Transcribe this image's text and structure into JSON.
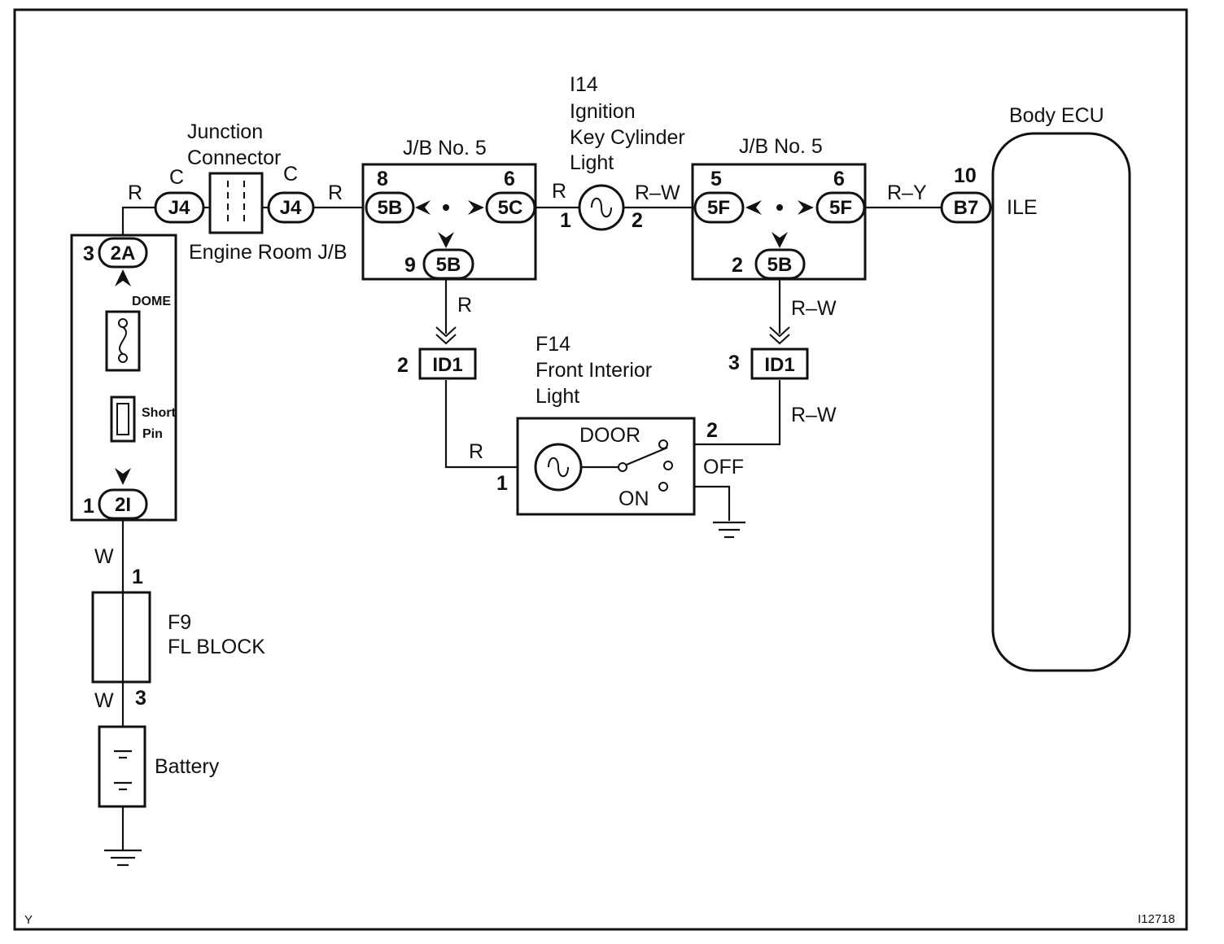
{
  "colors": {
    "line": "#111111",
    "background": "#ffffff"
  },
  "labels": {
    "junction_connector": [
      "Junction",
      "Connector"
    ],
    "engine_room_jb": "Engine Room J/B",
    "jb5_left": "J/B No. 5",
    "jb5_right": "J/B No. 5",
    "ignition_light": [
      "I14",
      "Ignition",
      "Key Cylinder",
      "Light"
    ],
    "front_interior_light": [
      "F14",
      "Front Interior",
      "Light"
    ],
    "body_ecu": "Body ECU",
    "ile": "ILE",
    "fl_block": [
      "F9",
      "FL BLOCK"
    ],
    "battery": "Battery",
    "dome": "DOME",
    "short_pin": [
      "Short",
      "Pin"
    ],
    "door": "DOOR",
    "off": "OFF",
    "on": "ON",
    "corner_left": "Y",
    "corner_right": "I12718"
  },
  "connectors": {
    "j4_left": "J4",
    "j4_right": "J4",
    "c_left": "C",
    "c_right": "C",
    "erjb_top": "2A",
    "erjb_top_pin": "3",
    "erjb_bottom": "2I",
    "erjb_bottom_pin": "1",
    "jb5l_in": "5B",
    "jb5l_in_pin": "8",
    "jb5l_out": "5C",
    "jb5l_out_pin": "6",
    "jb5l_down": "5B",
    "jb5l_down_pin": "9",
    "jb5r_in": "5F",
    "jb5r_in_pin": "5",
    "jb5r_out": "5F",
    "jb5r_out_pin": "6",
    "jb5r_down": "5B",
    "jb5r_down_pin": "2",
    "id1_left": "ID1",
    "id1_left_pin": "2",
    "id1_right": "ID1",
    "id1_right_pin": "3",
    "b7": "B7",
    "b7_pin": "10"
  },
  "pins": {
    "i14_pin1": "1",
    "i14_pin2": "2",
    "f14_pin1": "1",
    "f14_pin2": "2",
    "fl_pin1": "1",
    "fl_pin3": "3"
  },
  "wires": {
    "r_jc_left": "R",
    "r_jc_right": "R",
    "r_jb5_out": "R",
    "rw_jb5r_in": "R–W",
    "ry_out": "R–Y",
    "r_down_left": "R",
    "rw_down_right": "R–W",
    "r_f14": "R",
    "rw_f14": "R–W",
    "w_top": "W",
    "w_bottom": "W"
  }
}
